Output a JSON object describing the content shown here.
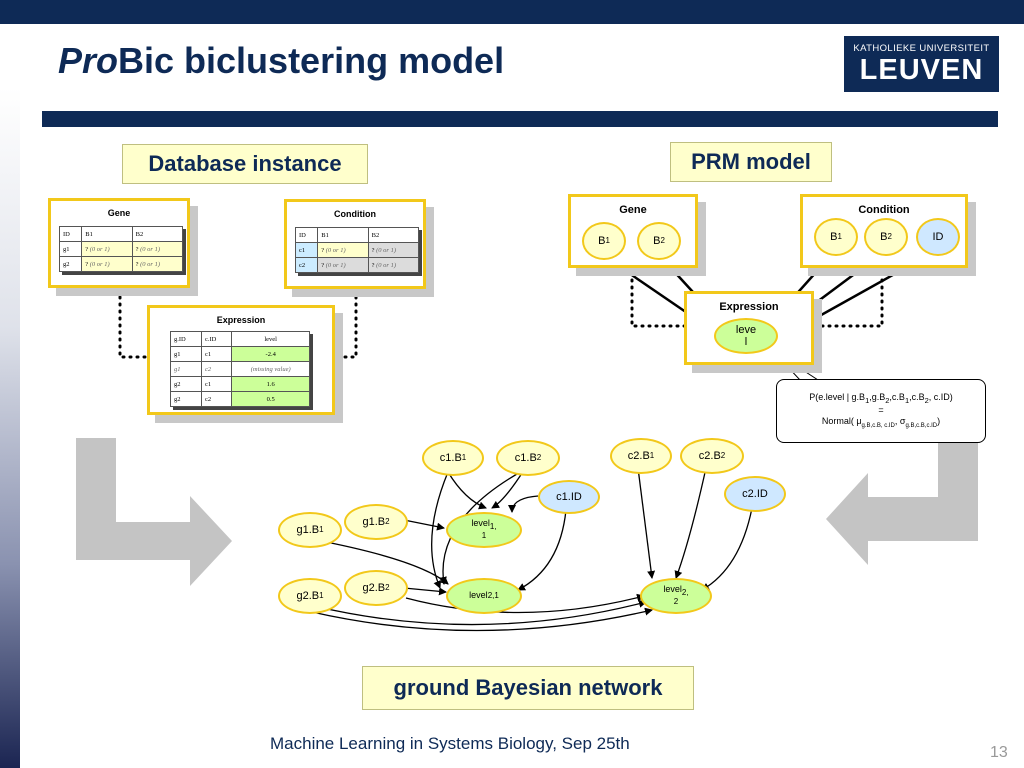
{
  "slide": {
    "title_italic": "Pro",
    "title_rest": "Bic biclustering model",
    "logo_line1": "KATHOLIEKE UNIVERSITEIT",
    "logo_line2": "LEUVEN",
    "footer": "Machine Learning in Systems Biology, Sep 25th",
    "page_number": "13"
  },
  "database": {
    "label": "Database instance",
    "gene": {
      "title": "Gene",
      "headers": [
        "ID",
        "B1",
        "B2"
      ],
      "rows": [
        {
          "id": "g1",
          "b1_q": "?",
          "b1_note": "(0 or 1)",
          "b2_q": "?",
          "b2_note": "(0 or 1)"
        },
        {
          "id": "g2",
          "b1_q": "?",
          "b1_note": "(0 or 1)",
          "b2_q": "?",
          "b2_note": "(0 or 1)"
        }
      ]
    },
    "condition": {
      "title": "Condition",
      "headers": [
        "ID",
        "B1",
        "B2"
      ],
      "rows": [
        {
          "id": "c1",
          "b1_q": "?",
          "b1_note": "(0 or 1)",
          "b2_q": "?",
          "b2_note": "(0 or 1)"
        },
        {
          "id": "c2",
          "b1_q": "?",
          "b1_note": "(0 or 1)",
          "b2_q": "?",
          "b2_note": "(0 or 1)"
        }
      ]
    },
    "expression": {
      "title": "Expression",
      "headers": [
        "g.ID",
        "c.ID",
        "level"
      ],
      "rows": [
        {
          "gid": "g1",
          "cid": "c1",
          "level": "-2.4"
        },
        {
          "gid": "g1",
          "cid": "c2",
          "level": "(missing value)"
        },
        {
          "gid": "g2",
          "cid": "c1",
          "level": "1.6"
        },
        {
          "gid": "g2",
          "cid": "c2",
          "level": "0.5"
        }
      ]
    }
  },
  "prm": {
    "label": "PRM model",
    "gene_title": "Gene",
    "condition_title": "Condition",
    "expression_title": "Expression",
    "gene_b1": "B",
    "gene_b2": "B",
    "cond_b1": "B",
    "cond_b2": "B",
    "cond_id": "ID",
    "level_line1": "leve",
    "level_line2": "l",
    "sub1": "1",
    "sub2": "2",
    "formula_line1_a": "P(e.level | g.B",
    "formula_line1_b": ",g.B",
    "formula_line1_c": ",c.B",
    "formula_line1_d": ",c.B",
    "formula_line1_e": ", c.ID)",
    "formula_line2": "=",
    "formula_line3_a": "Normal( μ",
    "formula_mu_sub": "g.B,c.B, c.ID",
    "formula_line3_b": ", σ",
    "formula_sigma_sub": "g.B,c.B,c.ID",
    "formula_line3_c": ")"
  },
  "network": {
    "label": "ground Bayesian network",
    "c1b1": "c1.B",
    "c1b2": "c1.B",
    "c1id": "c1.ID",
    "c2b1": "c2.B",
    "c2b2": "c2.B",
    "c2id": "c2.ID",
    "g1b1": "g1.B",
    "g1b2": "g1.B",
    "g2b1": "g2.B",
    "g2b2": "g2.B",
    "level": "level",
    "level11_sub_a": "1,",
    "level11_sub_b": "1",
    "level21_sub": "2,1",
    "level22_sub_a": "2,",
    "level22_sub_b": "2"
  },
  "colors": {
    "navy": "#0e2a56",
    "highlight_yellow": "#ffffcc",
    "border_gold": "#f2c81a",
    "level_green": "#ccff99",
    "id_blue": "#cfe8ff"
  }
}
